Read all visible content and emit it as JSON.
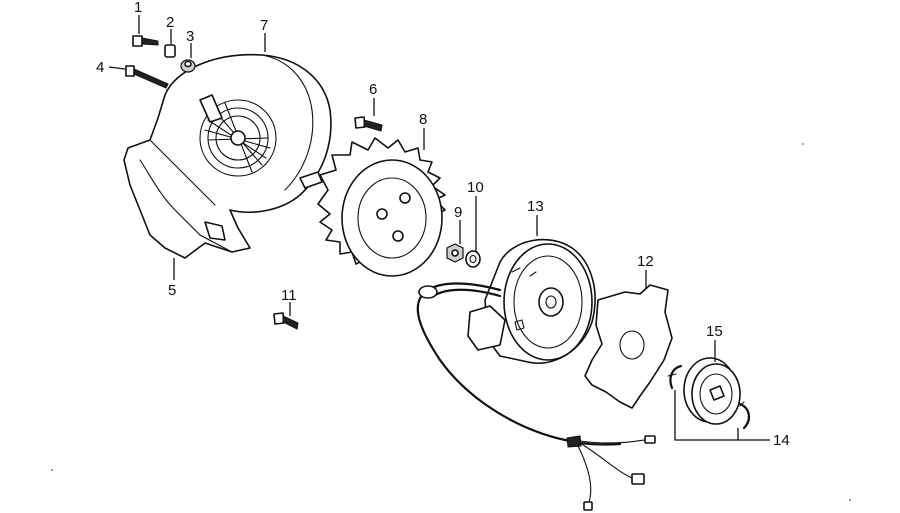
{
  "callouts": [
    {
      "id": "1",
      "text": "1"
    },
    {
      "id": "2",
      "text": "2"
    },
    {
      "id": "3",
      "text": "3"
    },
    {
      "id": "4",
      "text": "4"
    },
    {
      "id": "5",
      "text": "5"
    },
    {
      "id": "6",
      "text": "6"
    },
    {
      "id": "7",
      "text": "7"
    },
    {
      "id": "8",
      "text": "8"
    },
    {
      "id": "9",
      "text": "9"
    },
    {
      "id": "10",
      "text": "10"
    },
    {
      "id": "11",
      "text": "11"
    },
    {
      "id": "12",
      "text": "12"
    },
    {
      "id": "13",
      "text": "13"
    },
    {
      "id": "14",
      "text": "14"
    },
    {
      "id": "15",
      "text": "15"
    }
  ],
  "colors": {
    "line": "#111111",
    "background": "#ffffff"
  }
}
